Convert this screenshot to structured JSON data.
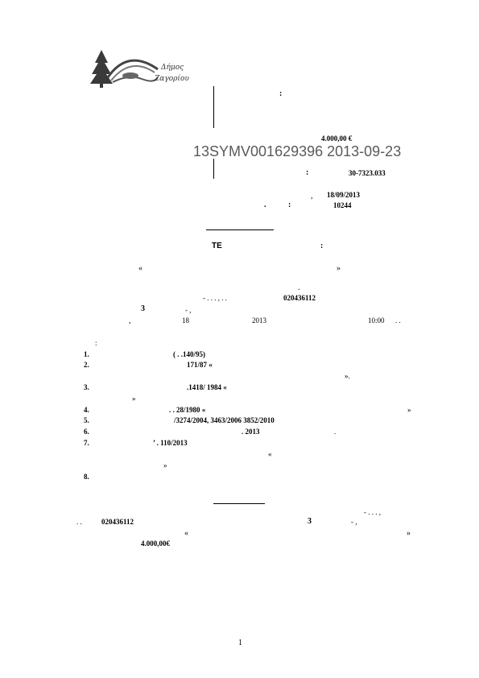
{
  "header": {
    "logo_text_line1": "Δήμος",
    "logo_text_line2": "Ζαγορίου",
    "colon_1": ":",
    "amount": "4.000,00 €",
    "stamp_code": "13SYMV001629396 2013-09-23",
    "colon_2": ":",
    "kae": "30-7323.033",
    "comma_1": ",",
    "date": "18/09/2013",
    "protocol_prefix": ".",
    "colon_3": ":",
    "protocol_number": "10244"
  },
  "title": {
    "te": "ΤΕ",
    "colon": ":"
  },
  "intro": {
    "quote_open": "«",
    "quote_close": "»",
    "dot": ".",
    "line_afm": "- . . . ,          .   .",
    "afm": "020436112",
    "line_3": "3",
    "line_3_rest": "-           ,",
    "line_date_comma": ",",
    "line_day": "18",
    "line_year": "2013",
    "line_time": "10:00",
    "line_time_rest": ". .",
    "colon_list": ":"
  },
  "list": [
    {
      "num": "1.",
      "text": "(   .  .140/95)"
    },
    {
      "num": "2.",
      "text": "171/87  «"
    },
    {
      "num": "",
      "text": "»."
    },
    {
      "num": "3.",
      "text": ".1418/ 1984   «"
    },
    {
      "num": "",
      "text": "»"
    },
    {
      "num": "4.",
      "text": ".  . 28/1980 «"
    },
    {
      "num": "",
      "text": "»"
    },
    {
      "num": "5.",
      "text": "/3274/2004,          3463/2006                3852/2010"
    },
    {
      "num": "6.",
      "text": ".            2013"
    },
    {
      "num": "",
      "text": "."
    },
    {
      "num": "7.",
      "text": "’      .  110/2013"
    },
    {
      "num": "",
      "text": "«"
    },
    {
      "num": "",
      "text": "»"
    },
    {
      "num": "8.",
      "text": ""
    }
  ],
  "closing": {
    "line1_end": "- . . . ,",
    "line2_prefix": ".   .",
    "afm": "020436112",
    "num3": "3",
    "line2_rest": "-           ,",
    "quote_open": "«",
    "quote_close": "»",
    "amount": "4.000,00€"
  },
  "footer": {
    "page_number": "1"
  }
}
